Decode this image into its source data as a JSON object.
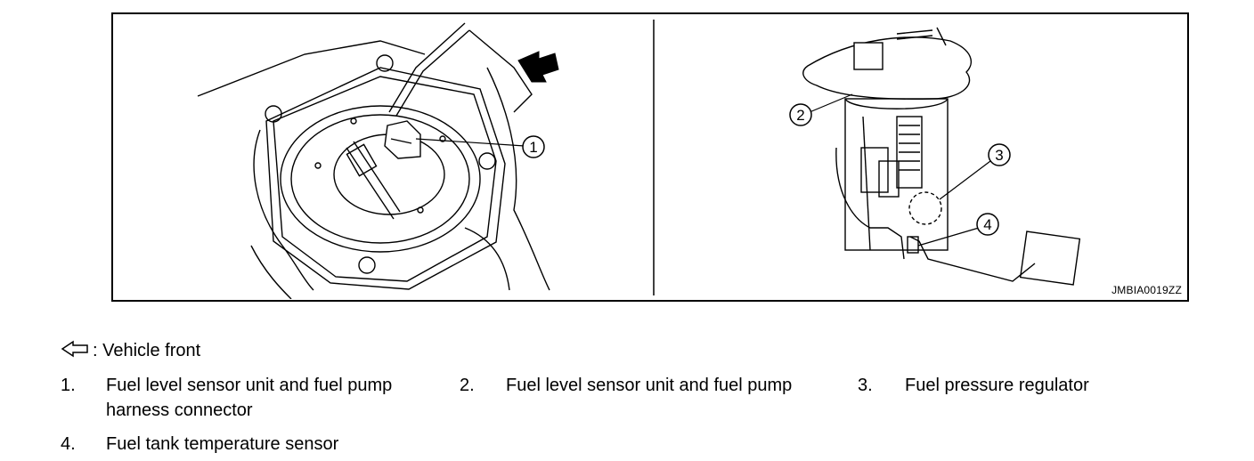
{
  "figure": {
    "id": "JMBIA0019ZZ",
    "callouts": [
      "1",
      "2",
      "3",
      "4"
    ]
  },
  "legend": {
    "arrow_text": ": Vehicle front",
    "items": [
      {
        "num": "1.",
        "line1": "Fuel level sensor unit and fuel pump",
        "line2": "harness connector"
      },
      {
        "num": "2.",
        "line1": "Fuel level sensor unit and fuel pump"
      },
      {
        "num": "3.",
        "line1": "Fuel pressure regulator"
      },
      {
        "num": "4.",
        "line1": "Fuel tank temperature sensor"
      }
    ]
  }
}
